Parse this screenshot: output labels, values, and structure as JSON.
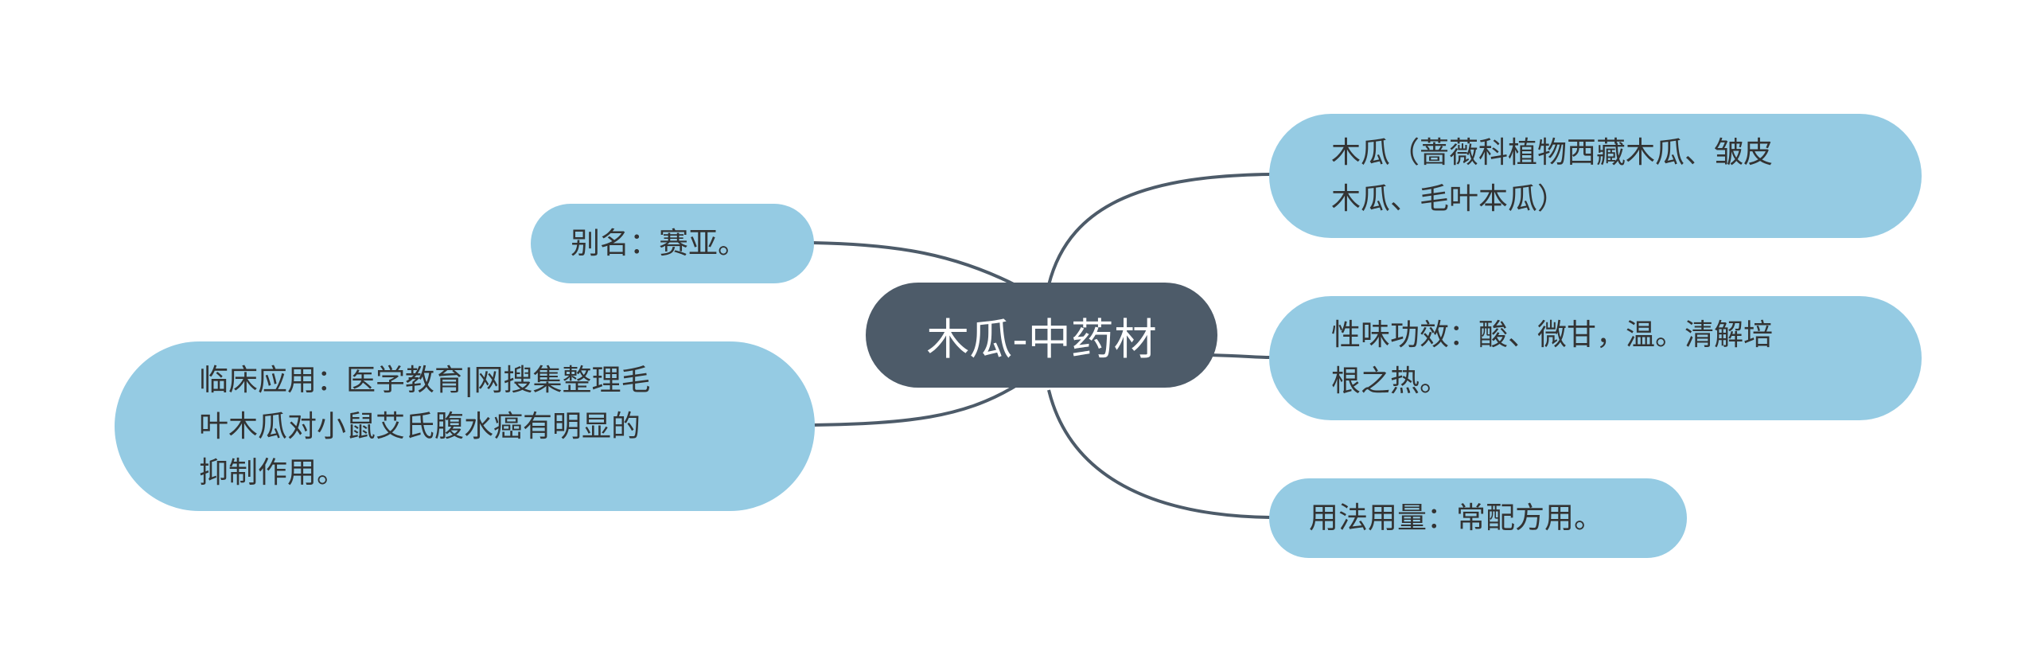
{
  "colors": {
    "center_fill": "#4d5b69",
    "center_text": "#ffffff",
    "node_fill": "#95cbe3",
    "node_text": "#333333",
    "link": "#4d5b69"
  },
  "center": {
    "label": "木瓜-中药材"
  },
  "nodes": {
    "species": "木瓜（蔷薇科植物西藏木瓜、皱皮\n木瓜、毛叶本瓜）",
    "properties": "性味功效：酸、微甘，温。清解培\n根之热。",
    "dosage": "用法用量：常配方用。",
    "alias": "别名：赛亚。",
    "clinical": "临床应用：医学教育|网搜集整理毛\n叶木瓜对小鼠艾氏腹水癌有明显的\n抑制作用。"
  }
}
